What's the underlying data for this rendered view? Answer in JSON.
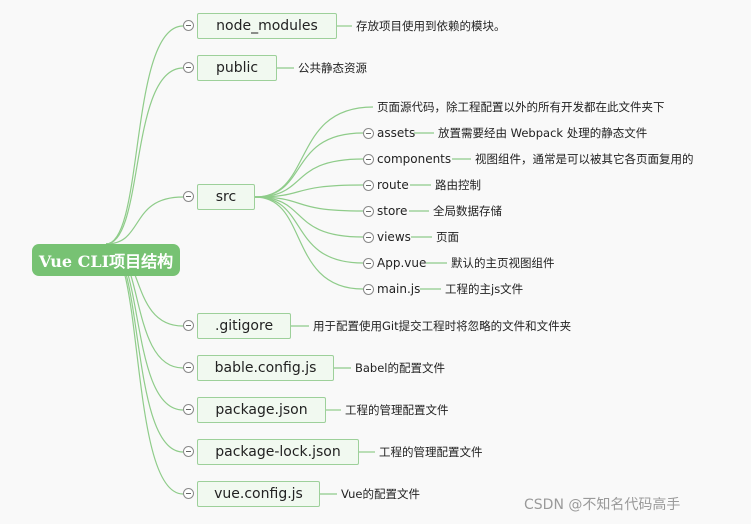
{
  "root": {
    "label": "Vue CLI项目结构"
  },
  "branches": [
    {
      "id": "node_modules",
      "label": "node_modules",
      "desc": "存放项目使用到依赖的模块。"
    },
    {
      "id": "public",
      "label": "public",
      "desc": "公共静态资源"
    },
    {
      "id": "src",
      "label": "src",
      "note": "页面源代码，除工程配置以外的所有开发都在此文件夹下",
      "children": [
        {
          "label": "assets",
          "desc": "放置需要经由 Webpack 处理的静态文件"
        },
        {
          "label": "components",
          "desc": "视图组件，通常是可以被其它各页面复用的"
        },
        {
          "label": "route",
          "desc": "路由控制"
        },
        {
          "label": "store",
          "desc": "全局数据存储"
        },
        {
          "label": "views",
          "desc": "页面"
        },
        {
          "label": "App.vue",
          "desc": "默认的主页视图组件"
        },
        {
          "label": "main.js",
          "desc": "工程的主js文件"
        }
      ]
    },
    {
      "id": "gitigore",
      "label": ".gitigore",
      "desc": "用于配置使用Git提交工程时将忽略的文件和文件夹"
    },
    {
      "id": "bable",
      "label": "bable.config.js",
      "desc": "Babel的配置文件"
    },
    {
      "id": "package",
      "label": "package.json",
      "desc": "工程的管理配置文件"
    },
    {
      "id": "package-lock",
      "label": "package-lock.json",
      "desc": "工程的管理配置文件"
    },
    {
      "id": "vue-config",
      "label": "vue.config.js",
      "desc": "Vue的配置文件"
    }
  ],
  "watermark": "CSDN @不知名代码高手",
  "colors": {
    "line": "#8fcc8a",
    "root": "#77c273",
    "node_fill": "#f1f9f0",
    "node_border": "#9dd09a"
  }
}
